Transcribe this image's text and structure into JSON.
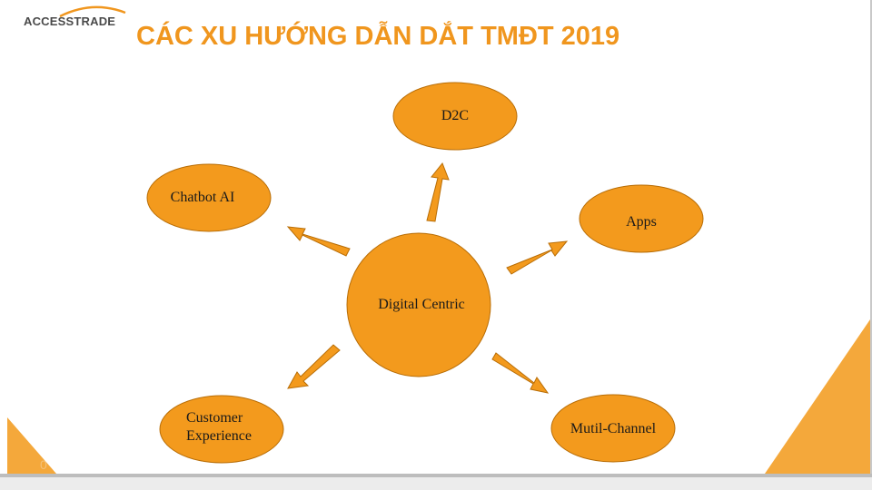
{
  "logo": {
    "text": "ACCESSTRADE"
  },
  "title": "CÁC XU HƯỚNG DẪN DẮT TMĐT 2019",
  "nodes": {
    "center": "Digital Centric",
    "d2c": "D2C",
    "chatbot": "Chatbot AI",
    "apps": "Apps",
    "customer_line1": "Customer",
    "customer_line2": "Experience",
    "multichannel": "Mutil-Channel"
  },
  "stray_digit": "0",
  "colors": {
    "node_fill": "#f39a1d",
    "node_stroke": "#b86d06",
    "title": "#f0961e",
    "corner": "#f4a83b"
  }
}
